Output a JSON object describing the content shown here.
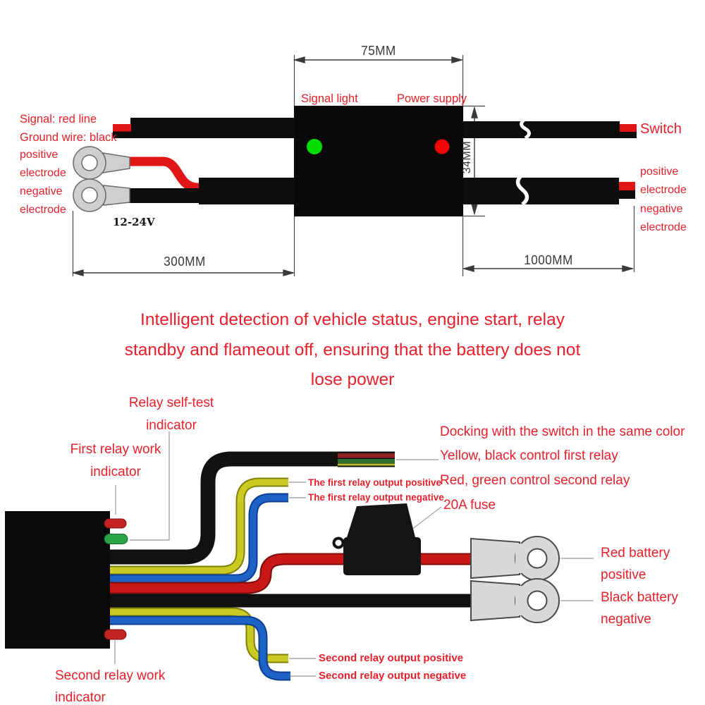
{
  "colors": {
    "label_red": "#e7202b",
    "dimension_gray": "#3a3a3a",
    "wire_red": "#c81717",
    "wire_yellow": "#c6c51f",
    "wire_blue": "#1e62c8",
    "wire_black": "#111111",
    "led_green": "#00dd00",
    "led_red": "#ee0707",
    "terminal_gray": "#d8d8d8"
  },
  "top_diagram": {
    "left_labels": {
      "signal": "Signal: red line",
      "ground": "Ground wire: black",
      "positive": "positive",
      "electrode_a": "electrode",
      "negative": "negative",
      "electrode_b": "electrode"
    },
    "box_labels": {
      "signal_light": "Signal light",
      "power_supply": "Power supply"
    },
    "right_labels": {
      "switch": "Switch",
      "positive": "positive",
      "electrode_a": "electrode",
      "negative": "negative",
      "electrode_b": "electrode"
    },
    "voltage_label": "12-24V",
    "dimensions": {
      "box_width": "75MM",
      "box_height": "34MM",
      "left_cable": "300MM",
      "right_cable": "1000MM"
    }
  },
  "headline": {
    "line1": "Intelligent detection of vehicle status, engine start, relay",
    "line2": "standby and flameout off, ensuring that the battery does not",
    "line3": "lose power"
  },
  "bottom_diagram": {
    "indicator_labels": {
      "self_test_line1": "Relay self-test",
      "self_test_line2": "indicator",
      "first_relay_line1": "First relay work",
      "first_relay_line2": "indicator",
      "second_relay_line1": "Second relay work",
      "second_relay_line2": "indicator"
    },
    "control_cable_notes": {
      "line1": "Docking with the switch in the same color",
      "line2": "Yellow, black control first relay",
      "line3": "Red, green control second relay"
    },
    "fuse_label": "20A fuse",
    "output_labels": {
      "first_positive": "The first relay output positive",
      "first_negative": "The first relay output negative",
      "second_positive": "Second relay output positive",
      "second_negative": "Second relay output negative"
    },
    "battery_labels": {
      "red_line1": "Red battery",
      "red_line2": "positive",
      "black_line1": "Black battery",
      "black_line2": "negative"
    }
  }
}
